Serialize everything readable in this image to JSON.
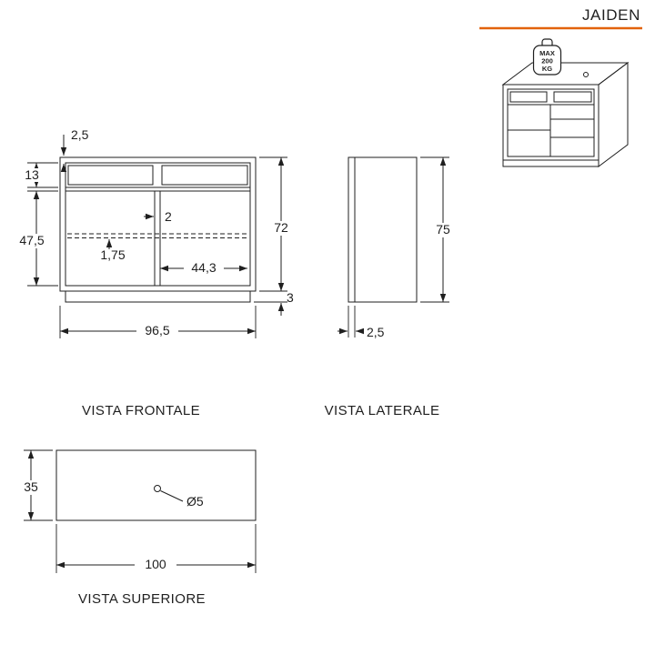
{
  "title": "JAIDEN",
  "colors": {
    "accent": "#e2620c",
    "line": "#1f1f1f"
  },
  "badge": {
    "line1": "MAX",
    "line2": "200",
    "line3": "KG"
  },
  "views": {
    "frontal": {
      "label": "VISTA FRONTALE",
      "dims": {
        "top_thickness": "2,5",
        "drawer_height": "13",
        "door_height": "47,5",
        "divider_thickness": "2",
        "shelf_thickness": "1,75",
        "inner_width": "44,3",
        "body_height": "72",
        "base_height": "3",
        "total_width": "96,5"
      }
    },
    "lateral": {
      "label": "VISTA LATERALE",
      "dims": {
        "total_height": "75",
        "panel_thickness": "2,5"
      }
    },
    "superior": {
      "label": "VISTA SUPERIORE",
      "dims": {
        "depth": "35",
        "hole_diameter": "Ø5",
        "width": "100"
      }
    }
  }
}
